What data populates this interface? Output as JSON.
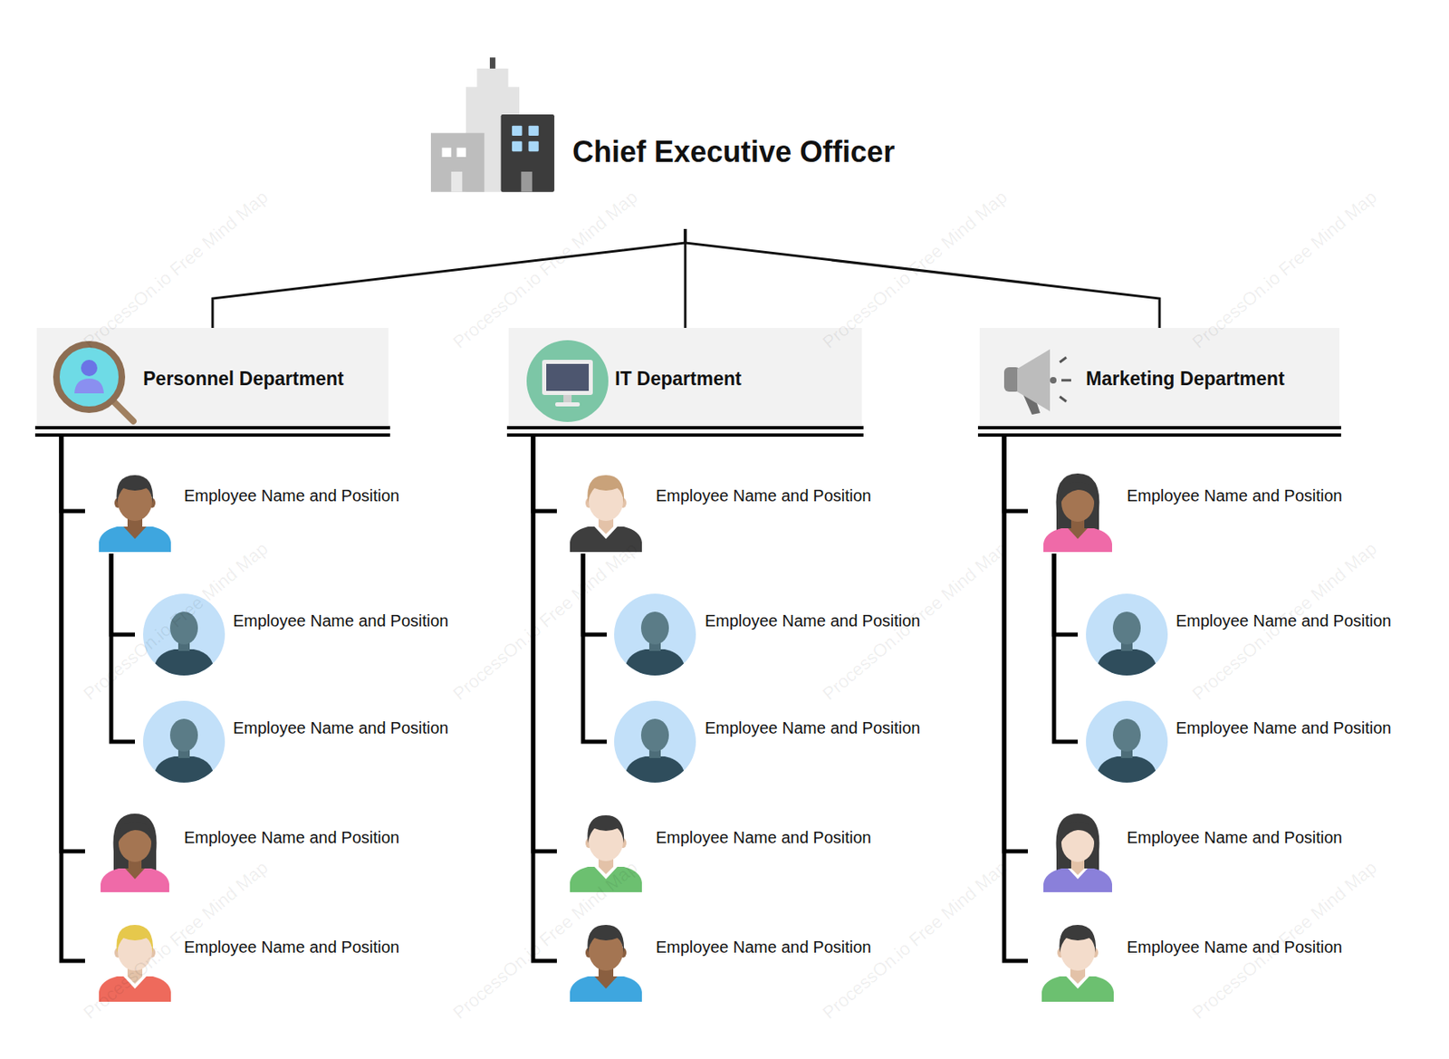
{
  "diagram": {
    "nodes": [
      {
        "text": [
          "Chief Executive Officer"
        ]
      },
      {
        "text": [
          "Personnel Department"
        ]
      },
      {
        "text": [
          "Employee Name and Position"
        ]
      },
      {
        "text": [
          "Employee Name and Position"
        ]
      },
      {
        "text": [
          "Employee Name and Position"
        ]
      },
      {
        "text": [
          "Employee Name and Position"
        ]
      },
      {
        "text": [
          "Employee Name and Position"
        ]
      },
      {
        "text": [
          "IT Department"
        ]
      },
      {
        "text": [
          "Employee Name and Position"
        ]
      },
      {
        "text": [
          "Employee Name and Position"
        ]
      },
      {
        "text": [
          "Employee Name and Position"
        ]
      },
      {
        "text": [
          "Employee Name and Position"
        ]
      },
      {
        "text": [
          "Employee Name and Position"
        ]
      },
      {
        "text": [
          "Marketing Department"
        ]
      },
      {
        "text": [
          "Employee Name and Position"
        ]
      },
      {
        "text": [
          "Employee Name and Position"
        ]
      },
      {
        "text": [
          "Employee Name and Position"
        ]
      },
      {
        "text": [
          "Employee Name and Position"
        ]
      },
      {
        "text": [
          "Employee Name and Position"
        ]
      }
    ],
    "edges": [
      {
        "from": 0,
        "to": 1,
        "arrow": "none"
      },
      {
        "from": 0,
        "to": 7,
        "arrow": "none"
      },
      {
        "from": 0,
        "to": 13,
        "arrow": "none"
      },
      {
        "from": 1,
        "to": 2,
        "arrow": "none"
      },
      {
        "from": 2,
        "to": 3,
        "arrow": "none"
      },
      {
        "from": 2,
        "to": 4,
        "arrow": "none"
      },
      {
        "from": 1,
        "to": 5,
        "arrow": "none"
      },
      {
        "from": 1,
        "to": 6,
        "arrow": "none"
      },
      {
        "from": 7,
        "to": 8,
        "arrow": "none"
      },
      {
        "from": 8,
        "to": 9,
        "arrow": "none"
      },
      {
        "from": 8,
        "to": 10,
        "arrow": "none"
      },
      {
        "from": 7,
        "to": 11,
        "arrow": "none"
      },
      {
        "from": 7,
        "to": 12,
        "arrow": "none"
      },
      {
        "from": 13,
        "to": 14,
        "arrow": "none"
      },
      {
        "from": 14,
        "to": 15,
        "arrow": "none"
      },
      {
        "from": 14,
        "to": 16,
        "arrow": "none"
      },
      {
        "from": 13,
        "to": 17,
        "arrow": "none"
      },
      {
        "from": 13,
        "to": 18,
        "arrow": "none"
      }
    ],
    "labels": [
      "ProcessOn.io Free Mind Map",
      "ProcessOn.io Free Mind Map",
      "ProcessOn.io Free Mind Map",
      "ProcessOn.io Free Mind Map",
      "ProcessOn.io Free Mind Map",
      "ProcessOn.io Free Mind Map",
      "ProcessOn.io Free Mind Map",
      "ProcessOn.io Free Mind Map",
      "ProcessOn.io Free Mind Map",
      "ProcessOn.io Free Mind Map",
      "ProcessOn.io Free Mind Map",
      "ProcessOn.io Free Mind Map"
    ]
  }
}
